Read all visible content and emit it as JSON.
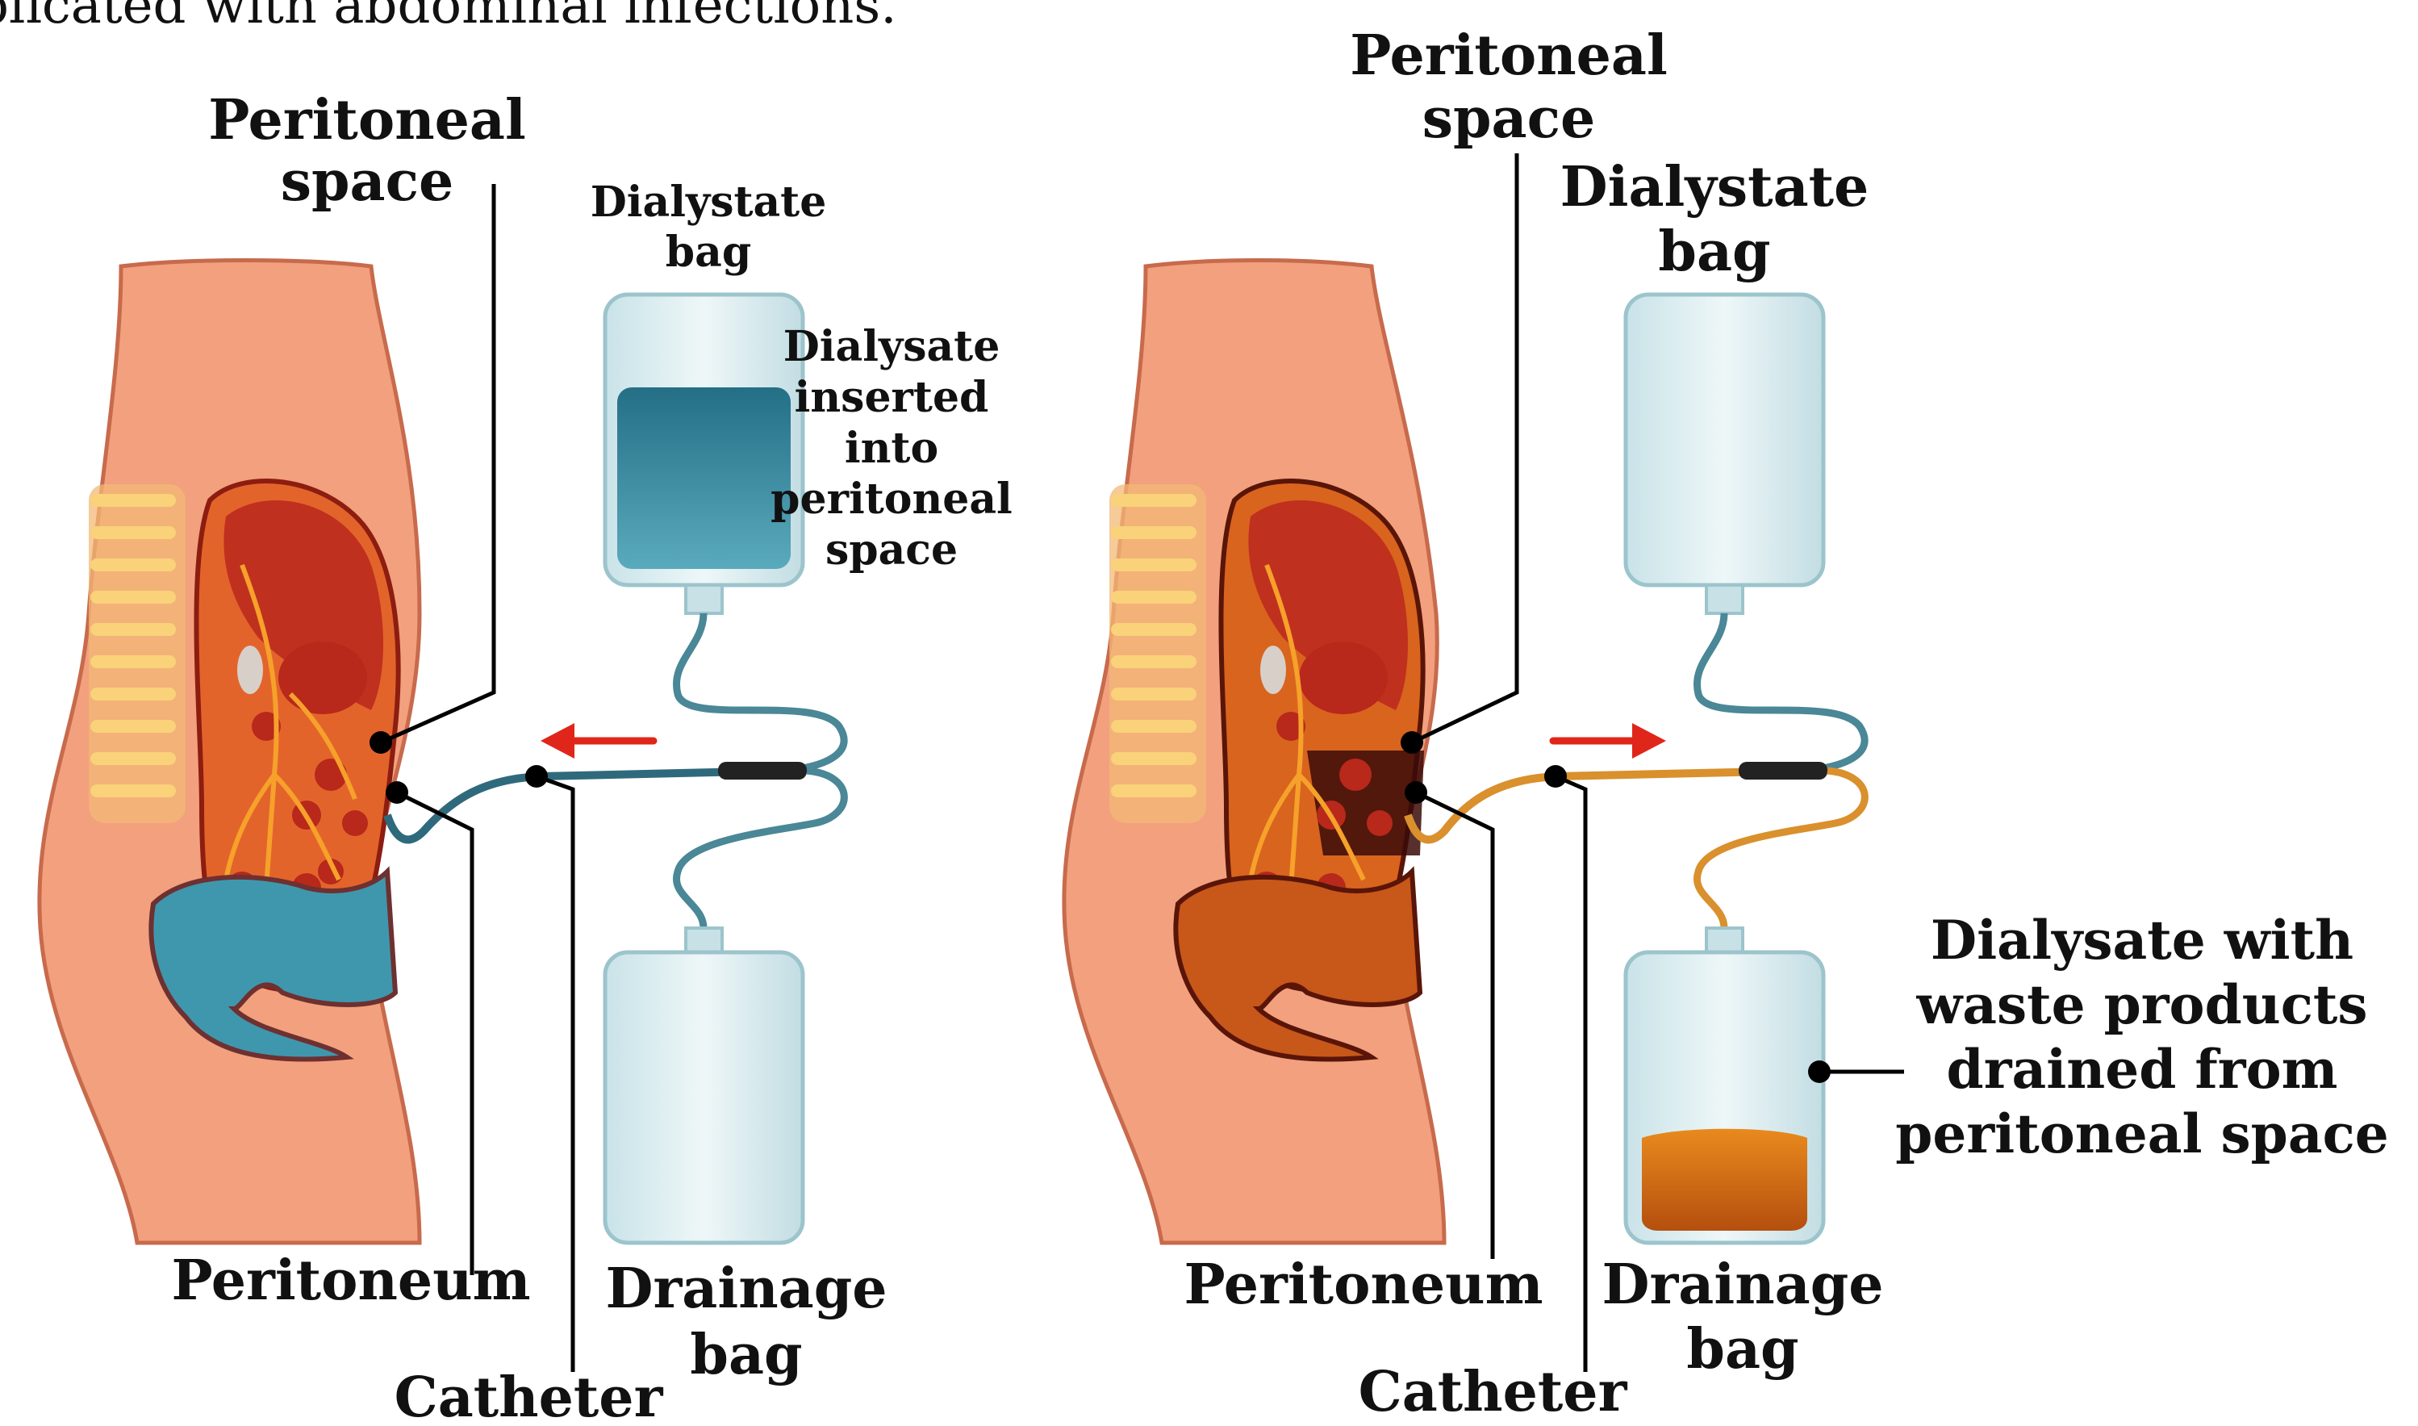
{
  "header_fragment": "plicated with abdominal infections.",
  "colors": {
    "skin": "#f2a07e",
    "skin_edge": "#c86a4c",
    "organ_red": "#c0301e",
    "dialysate_blue": "#2f8aa0",
    "waste_orange": "#d56a12",
    "bag_glass": "#d9ecef",
    "tube_blue": "#4a8797",
    "tube_orange": "#d9902d",
    "arrow_red": "#e0261a"
  },
  "left_panel": {
    "peritoneal_space": [
      "Peritoneal",
      "space"
    ],
    "dialystate_bag": [
      "Dialystate",
      "bag"
    ],
    "dialysate_inserted": [
      "Dialysate",
      "inserted",
      "into",
      "peritoneal",
      "space"
    ],
    "peritoneum": "Peritoneum",
    "catheter": "Catheter",
    "drainage_bag": [
      "Drainage",
      "bag"
    ],
    "flow_arrow": "arrow-left-icon"
  },
  "right_panel": {
    "peritoneal_space": [
      "Peritoneal",
      "space"
    ],
    "dialystate_bag": [
      "Dialystate",
      "bag"
    ],
    "waste_label": [
      "Dialysate with",
      "waste products",
      "drained from",
      "peritoneal space"
    ],
    "peritoneum": "Peritoneum",
    "catheter": "Catheter",
    "drainage_bag": [
      "Drainage",
      "bag"
    ],
    "flow_arrow": "arrow-right-icon"
  }
}
